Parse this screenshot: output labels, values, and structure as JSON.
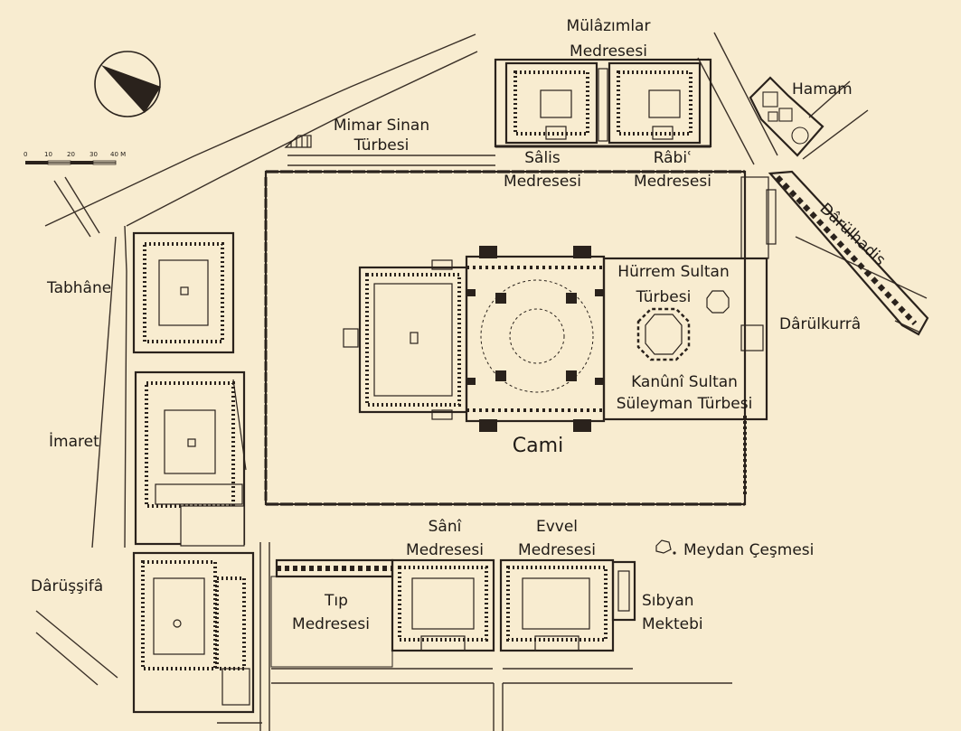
{
  "labels": {
    "mulazimlar_1": "Mülâzımlar",
    "mulazimlar_2": "Medresesi",
    "hamam": "Hamam",
    "mimar_sinan_1": "Mimar Sinan",
    "mimar_sinan_2": "Türbesi",
    "salis_1": "Sâlis",
    "salis_2": "Medresesi",
    "rabi_1": "Râbiʿ",
    "rabi_2": "Medresesi",
    "darulhadis": "Dârülhadis",
    "tabhane": "Tabhâne",
    "hurrem_1": "Hürrem Sultan",
    "hurrem_2": "Türbesi",
    "darulkurra": "Dârülkurrâ",
    "kanuni_1": "Kanûnî Sultan",
    "kanuni_2": "Süleyman Türbesi",
    "imaret": "İmaret",
    "cami": "Cami",
    "sani_1": "Sânî",
    "sani_2": "Medresesi",
    "evvel_1": "Evvel",
    "evvel_2": "Medresesi",
    "meydan_cesmesi": "Meydan Çeşmesi",
    "darussifa": "Dârüşşifâ",
    "tip_1": "Tıp",
    "tip_2": "Medresesi",
    "sibyan_1": "Sıbyan",
    "sibyan_2": "Mektebi"
  },
  "scale_bar": {
    "ticks": [
      "0",
      "10",
      "20",
      "30",
      "40 M"
    ]
  },
  "icons": {
    "north_arrow": "north-arrow-icon",
    "fountain": "fountain-icon"
  },
  "colors": {
    "background": "#f8ecd0",
    "ink": "#2a221c"
  }
}
